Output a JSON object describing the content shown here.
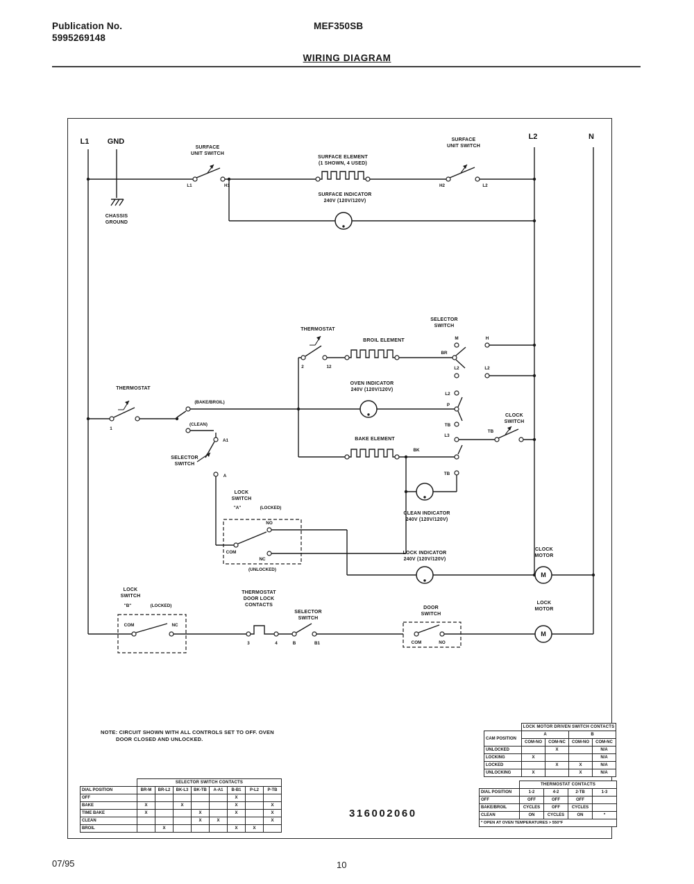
{
  "page": {
    "publication_label": "Publication No.",
    "publication_number": "5995269148",
    "model": "MEF350SB",
    "title": "WIRING DIAGRAM",
    "part_number": "316002060",
    "footer_date": "07/95",
    "footer_page": "10"
  },
  "note": {
    "line1": "NOTE: CIRCUIT SHOWN WITH ALL CONTROLS SET TO OFF. OVEN",
    "line2": "DOOR CLOSED AND UNLOCKED."
  },
  "diagram": {
    "power": {
      "l1": "L1",
      "gnd": "GND",
      "l2": "L2",
      "n": "N"
    },
    "labels": {
      "surface": "SURFACE",
      "unit_switch": "UNIT SWITCH",
      "surface_element": "SURFACE ELEMENT",
      "shown_used": "(1 SHOWN, 4 USED)",
      "surface_indicator": "SURFACE INDICATOR",
      "volts": "240V (120V/120V)",
      "chassis": "CHASSIS",
      "ground": "GROUND",
      "thermostat": "THERMOSTAT",
      "broil_element": "BROIL ELEMENT",
      "bake_element": "BAKE ELEMENT",
      "selector": "SELECTOR",
      "switch": "SWITCH",
      "clock": "CLOCK",
      "lock": "LOCK",
      "motor": "MOTOR",
      "door": "DOOR",
      "oven_indicator": "OVEN INDICATOR",
      "clean_indicator": "CLEAN INDICATOR",
      "lock_indicator": "LOCK INDICATOR",
      "bake_broil": "(BAKE/BROIL)",
      "clean": "(CLEAN)",
      "a_q": "\"A\"",
      "b_q": "\"B\"",
      "locked": "(LOCKED)",
      "unlocked": "(UNLOCKED)",
      "door_lock": "DOOR LOCK",
      "contacts": "CONTACTS",
      "motor_m": "M"
    },
    "terminals": {
      "l1": "L1",
      "h1": "H1",
      "h2": "H2",
      "l2": "L2",
      "n1": "1",
      "n2": "2",
      "n12": "12",
      "br": "BR",
      "m": "M",
      "h": "H",
      "p": "P",
      "tb": "TB",
      "l3": "L3",
      "bk": "BK",
      "a1": "A1",
      "a": "A",
      "com": "COM",
      "no": "NO",
      "nc": "NC",
      "n3": "3",
      "n4": "4",
      "b": "B",
      "b1": "B1"
    }
  },
  "tables": {
    "selector": {
      "title": "SELECTOR SWITCH CONTACTS",
      "row_header": "DIAL POSITION",
      "columns": [
        "BR-M",
        "BR-L2",
        "BK-L3",
        "BK-TB",
        "A-A1",
        "B-B1",
        "P-L2",
        "P-TB"
      ],
      "rows": [
        {
          "label": "OFF",
          "cells": [
            "",
            "",
            "",
            "",
            "",
            "X",
            "",
            ""
          ]
        },
        {
          "label": "BAKE",
          "cells": [
            "X",
            "",
            "X",
            "",
            "",
            "X",
            "",
            "X"
          ]
        },
        {
          "label": "TIME BAKE",
          "cells": [
            "X",
            "",
            "",
            "X",
            "",
            "X",
            "",
            "X"
          ]
        },
        {
          "label": "CLEAN",
          "cells": [
            "",
            "",
            "",
            "X",
            "X",
            "",
            "",
            "X"
          ]
        },
        {
          "label": "BROIL",
          "cells": [
            "",
            "X",
            "",
            "",
            "",
            "X",
            "X",
            ""
          ]
        }
      ]
    },
    "lock_motor": {
      "title": "LOCK MOTOR DRIVEN SWITCH CONTACTS",
      "row_header": "CAM POSITION",
      "group_a": "A",
      "group_b": "B",
      "columns": [
        "COM-NO",
        "COM-NC",
        "COM-NO",
        "COM-NC"
      ],
      "rows": [
        {
          "label": "UNLOCKED",
          "cells": [
            "",
            "X",
            "",
            "N/A"
          ]
        },
        {
          "label": "LOCKING",
          "cells": [
            "X",
            "",
            "",
            "N/A"
          ]
        },
        {
          "label": "LOCKED",
          "cells": [
            "",
            "X",
            "X",
            "N/A"
          ]
        },
        {
          "label": "UNLOCKING",
          "cells": [
            "X",
            "",
            "X",
            "N/A"
          ]
        }
      ]
    },
    "thermostat": {
      "title": "THERMOSTAT CONTACTS",
      "row_header": "DIAL POSITION",
      "columns": [
        "1-2",
        "4-2",
        "2-TB",
        "1-3"
      ],
      "rows": [
        {
          "label": "OFF",
          "cells": [
            "OFF",
            "OFF",
            "OFF",
            ""
          ]
        },
        {
          "label": "BAKE/BROIL",
          "cells": [
            "CYCLES",
            "OFF",
            "CYCLES",
            ""
          ]
        },
        {
          "label": "CLEAN",
          "cells": [
            "ON",
            "CYCLES",
            "ON",
            "*"
          ]
        }
      ],
      "footnote": "* OPEN AT OVEN TEMPERATURES > 550°F"
    }
  }
}
